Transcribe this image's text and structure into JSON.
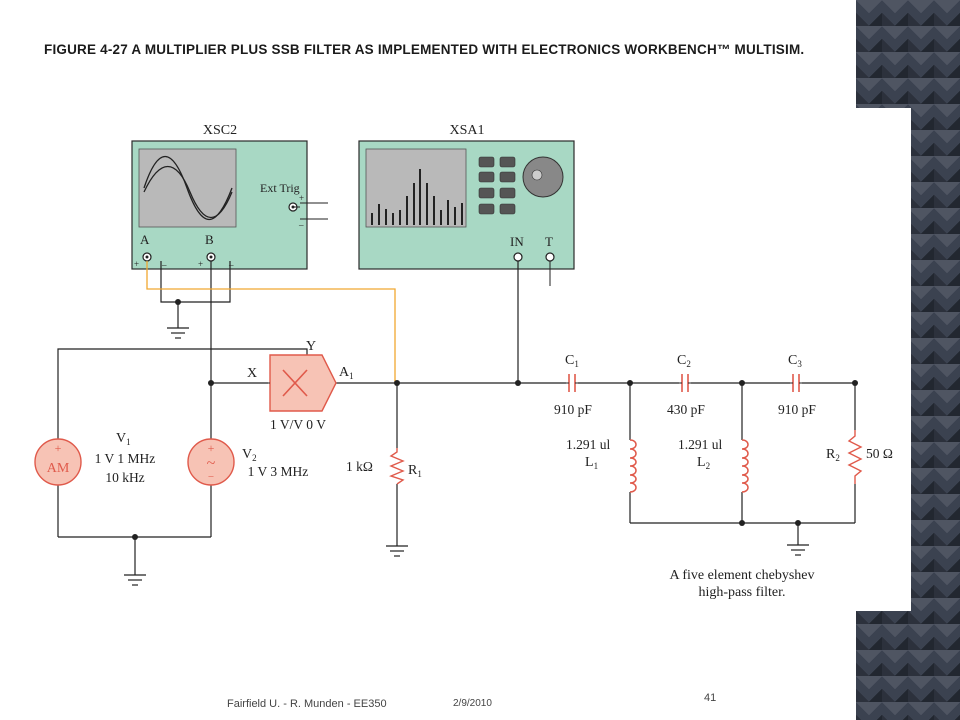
{
  "slide": {
    "title": "Figure 4-27   A multiplier plus SSB filter as implemented with Electronics Workbench™ Multisim.",
    "footer_left": "Fairfield U. -  R. Munden - EE350",
    "footer_date": "2/9/2010",
    "page_number": "41"
  },
  "diagram": {
    "oscilloscope": {
      "name": "XSC2",
      "ext_trig": "Ext Trig",
      "ch_a": "A",
      "ch_b": "B",
      "plus": "+",
      "minus": "_"
    },
    "analyzer": {
      "name": "XSA1",
      "in": "IN",
      "t": "T"
    },
    "multiplier": {
      "x": "X",
      "y": "Y",
      "ref": "A",
      "ref_sub": "1",
      "spec": "1 V/V 0 V"
    },
    "v1": {
      "ref": "V",
      "ref_sub": "1",
      "line1": "1 V 1 MHz",
      "line2": "10 kHz",
      "symbol": "AM",
      "plus": "+"
    },
    "v2": {
      "ref": "V",
      "ref_sub": "2",
      "line1": "1 V 3 MHz",
      "plus": "+",
      "minus": "−",
      "tilde": "~"
    },
    "r1": {
      "value": "1 kΩ",
      "ref": "R",
      "ref_sub": "1"
    },
    "c1": {
      "ref": "C",
      "ref_sub": "1",
      "value": "910 pF"
    },
    "c2": {
      "ref": "C",
      "ref_sub": "2",
      "value": "430 pF"
    },
    "c3": {
      "ref": "C",
      "ref_sub": "3",
      "value": "910 pF"
    },
    "l1": {
      "value": "1.291 ul",
      "ref": "L",
      "ref_sub": "1"
    },
    "l2": {
      "value": "1.291 ul",
      "ref": "L",
      "ref_sub": "2"
    },
    "r2": {
      "ref": "R",
      "ref_sub": "2",
      "value": "50 Ω"
    },
    "caption_line1": "A five element chebyshev",
    "caption_line2": "high-pass filter."
  },
  "colors": {
    "instrument_fill": "#a8d8c4",
    "instrument_stroke": "#2b2b2b",
    "screen": "#b9b9b9",
    "component_red": "#e05a4b",
    "component_fill": "#f7c3b5",
    "probe_wire": "#f0a830",
    "wire": "#222222"
  }
}
